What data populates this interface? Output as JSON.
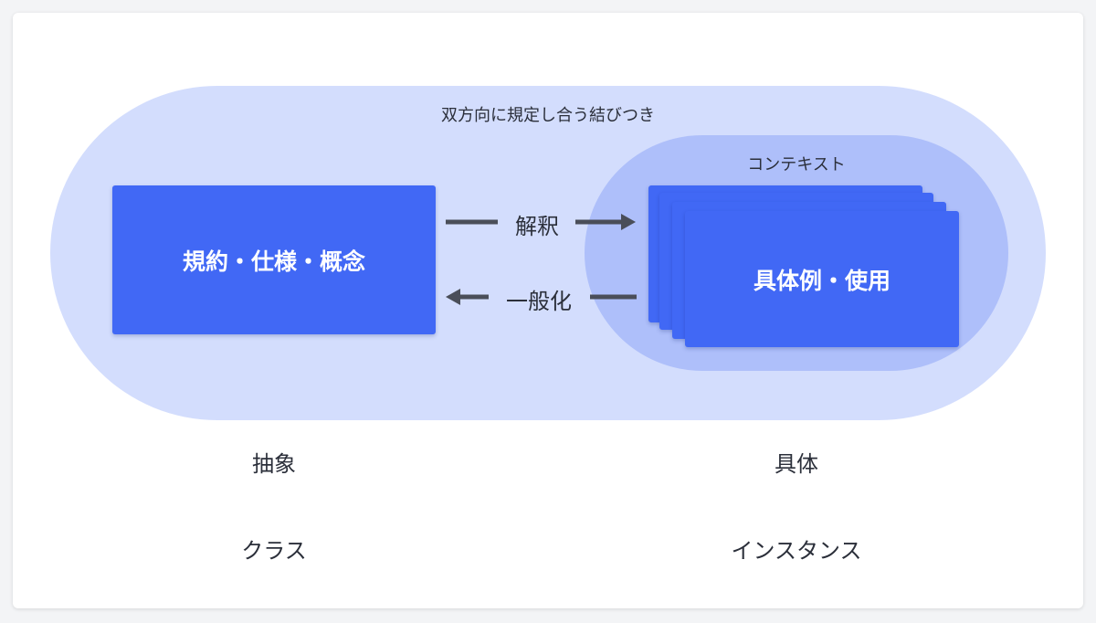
{
  "diagram": {
    "outer_label": "双方向に規定し合う結びつき",
    "context_label": "コンテキスト",
    "abstract_box": "規約・仕様・概念",
    "concrete_box": "具体例・使用",
    "arrow_right_label": "解釈",
    "arrow_left_label": "一般化",
    "left_caption": "抽象",
    "right_caption": "具体",
    "left_sub_caption": "クラス",
    "right_sub_caption": "インスタンス"
  },
  "colors": {
    "outer_fill": "#d3ddfd",
    "context_fill": "#aebffa",
    "box_fill": "#4168f5",
    "arrow": "#4a4e59",
    "text": "#2b2f3a"
  }
}
